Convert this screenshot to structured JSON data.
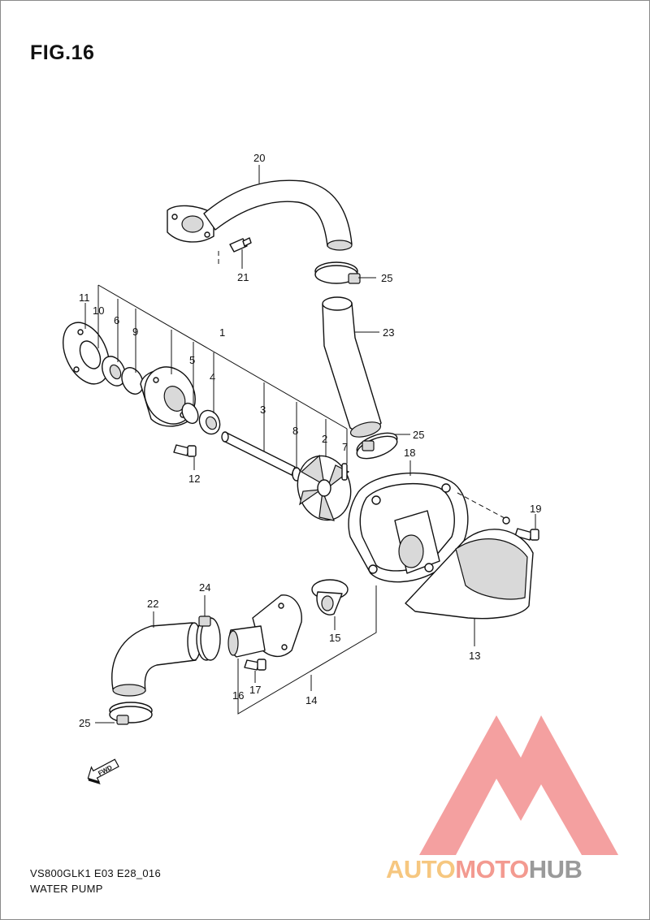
{
  "figure": {
    "title": "FIG.16",
    "model_code": "VS800GLK1 E03 E28_016",
    "section_name": "WATER PUMP"
  },
  "callouts": {
    "p1": "1",
    "p2": "2",
    "p3": "3",
    "p4": "4",
    "p5": "5",
    "p6": "6",
    "p7": "7",
    "p8": "8",
    "p9": "9",
    "p10": "10",
    "p11": "11",
    "p12": "12",
    "p13": "13",
    "p14": "14",
    "p15": "15",
    "p16": "16",
    "p17": "17",
    "p18": "18",
    "p19": "19",
    "p20": "20",
    "p21": "21",
    "p22": "22",
    "p23": "23",
    "p24": "24",
    "p25a": "25",
    "p25b": "25",
    "p25c": "25"
  },
  "fwd_label": "FWD",
  "watermark": {
    "part1": "AUTO",
    "part2": "MOTO",
    "part3": "HUB",
    "colors": {
      "auto": "#f6c780",
      "moto": "#f39a90",
      "hub": "#9a9a9a",
      "logo": "#f08080"
    }
  }
}
